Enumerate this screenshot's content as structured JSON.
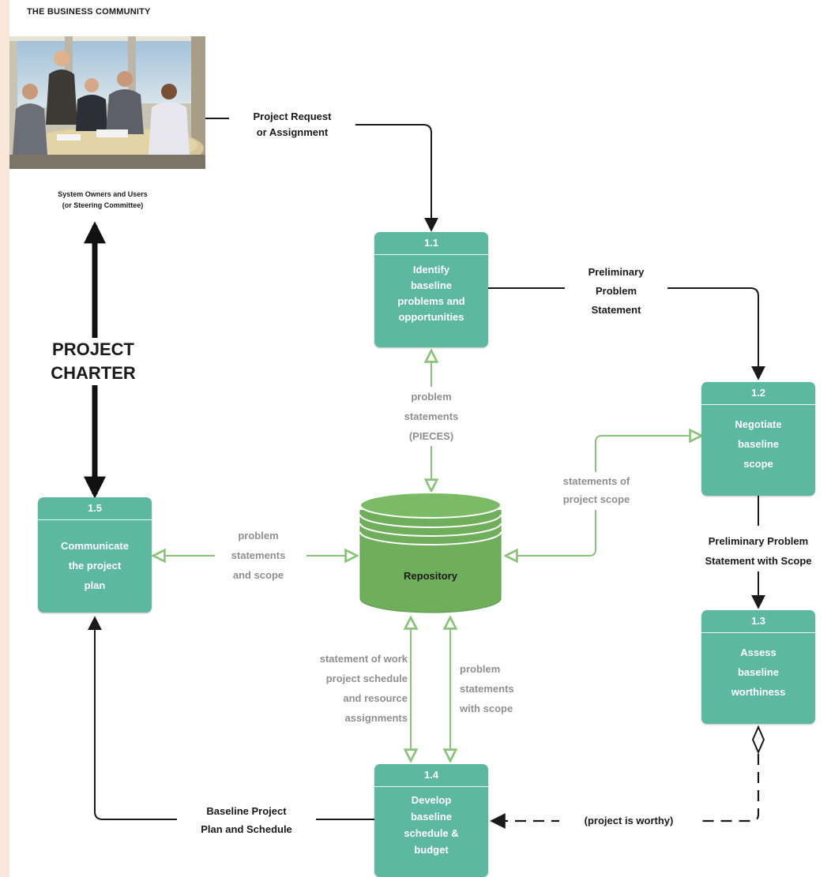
{
  "header": {
    "title": "THE BUSINESS COMMUNITY"
  },
  "external_entity": {
    "lines": [
      "System Owners and Users",
      "(or Steering Committee)"
    ]
  },
  "charter": {
    "lines": [
      "PROJECT",
      "CHARTER"
    ]
  },
  "processes": [
    {
      "id": "1.1",
      "title_lines": [
        "Identify",
        "baseline",
        "problems and",
        "opportunities"
      ]
    },
    {
      "id": "1.2",
      "title_lines": [
        "Negotiate",
        "baseline",
        "scope"
      ]
    },
    {
      "id": "1.3",
      "title_lines": [
        "Assess",
        "baseline",
        "worthiness"
      ]
    },
    {
      "id": "1.4",
      "title_lines": [
        "Develop",
        "baseline",
        "schedule &",
        "budget"
      ]
    },
    {
      "id": "1.5",
      "title_lines": [
        "Communicate",
        "the project",
        "plan"
      ]
    }
  ],
  "datastore": {
    "label": "Repository"
  },
  "flows": {
    "project_request": [
      "Project Request",
      "or Assignment"
    ],
    "preliminary_problem": [
      "Preliminary",
      "Problem",
      "Statement"
    ],
    "problem_statements_pieces": [
      "problem",
      "statements",
      "(PIECES)"
    ],
    "statements_of_scope": [
      "statements of",
      "project scope"
    ],
    "problem_statements_and_scope": [
      "problem",
      "statements",
      "and scope"
    ],
    "preliminary_with_scope": [
      "Preliminary Problem",
      "Statement with Scope"
    ],
    "statement_of_work": [
      "statement of work",
      "project schedule",
      "and resource",
      "assignments"
    ],
    "problem_statements_with_scope": [
      "problem",
      "statements",
      "with scope"
    ],
    "baseline_plan": [
      "Baseline Project",
      "Plan and Schedule"
    ],
    "project_is_worthy": [
      "(project is worthy)"
    ]
  },
  "colors": {
    "process": "#5cb8a1",
    "repository": "#6fae5a",
    "flow_green": "#8ac37a",
    "flow_dark": "#1a1a1a"
  }
}
